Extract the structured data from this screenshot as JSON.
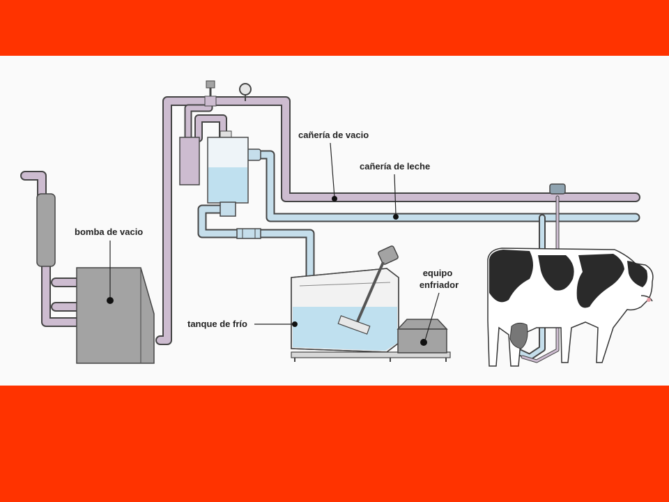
{
  "colors": {
    "band": "#ff3300",
    "background": "#fafafa",
    "vacuum_pipe": "#cdbcd0",
    "milk_pipe": "#c5deeb",
    "equipment": "#a3a3a3",
    "milk": "#bfe0ef",
    "outline": "#444444"
  },
  "labels": {
    "vacuum_pump": "bomba de vacio",
    "vacuum_pipe": "cañería de vacio",
    "milk_pipe": "cañería de leche",
    "cooling_equipment_line1": "equipo",
    "cooling_equipment_line2": "enfriador",
    "cooling_tank": "tanque de frío"
  }
}
